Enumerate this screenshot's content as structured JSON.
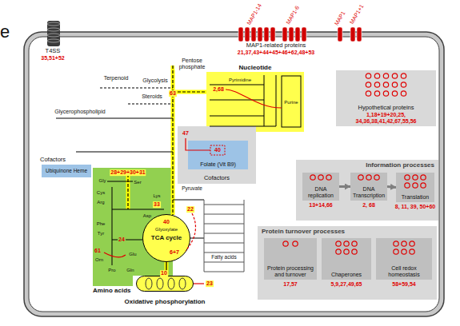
{
  "diagram": {
    "nodes": [
      {
        "text": [
          "Nucleotide"
        ]
      },
      {
        "text": [
          "Cofactors"
        ]
      },
      {
        "text": [
          "Folate (Vit B9)"
        ],
        "in": 1
      },
      {
        "text": [
          "Cofactors",
          "Ubiquinone Heme"
        ]
      },
      {
        "text": [
          "Amino acids"
        ]
      },
      {
        "text": [
          "TCA cycle"
        ]
      },
      {
        "text": [
          "Oxidative phosphorylation"
        ]
      },
      {
        "text": [
          "Hypothetical proteins",
          "1,18+19+20,25, 34,36,38,41,42,67,55,56"
        ]
      },
      {
        "text": [
          "Information processes"
        ]
      },
      {
        "text": [
          "DNA replication",
          "13+14,66"
        ],
        "in": 8
      },
      {
        "text": [
          "DNA Transcription",
          "2, 68"
        ],
        "in": 8
      },
      {
        "text": [
          "Translation",
          "8, 11, 39, 50+60"
        ],
        "in": 8
      },
      {
        "text": [
          "Protein turnover processes"
        ]
      },
      {
        "text": [
          "Protein processing and turnover",
          "17,57"
        ],
        "in": 12
      },
      {
        "text": [
          "Chaperones",
          "5,9,27,49,65"
        ],
        "in": 12
      },
      {
        "text": [
          "Cell redox homeostasis",
          "58+59,54"
        ],
        "in": 12
      }
    ],
    "edges": [
      {
        "from": 9,
        "to": 10,
        "arrow": "to"
      },
      {
        "from": 10,
        "to": 11,
        "arrow": "to"
      }
    ],
    "labels": [
      "e",
      "T4SS",
      "35,51+52",
      "MAP1-14",
      "MAP1-6",
      "MAP1",
      "MAP1+1",
      "MAP1-related proteins",
      "21,37,43+44+45+46+62,48+53",
      "Pyrimidine",
      "Purine",
      "2,68",
      "Pentose phosphate",
      "63",
      "Terpenoid",
      "Glycolysis",
      "Steroids",
      "Glycerophospholipid",
      "47",
      "40",
      "28+29+30+31",
      "Gly",
      "Ser",
      "Cys",
      "Arg",
      "Lys",
      "33",
      "Asp",
      "Phe",
      "Tyr",
      "61",
      "Orn",
      "Pro",
      "Gln",
      "Glu",
      "24",
      "Pyruvate",
      "40",
      "Glyoxylate",
      "22",
      "6+7",
      "Fatty acids",
      "10",
      "23"
    ]
  }
}
